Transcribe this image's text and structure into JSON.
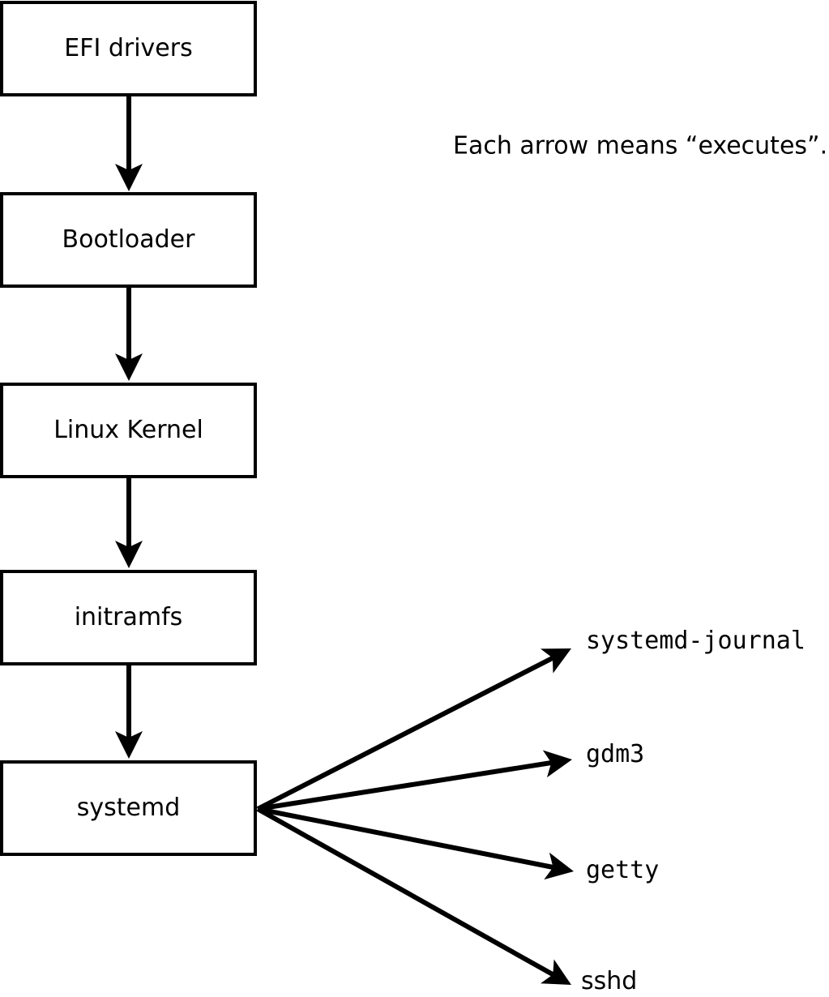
{
  "diagram": {
    "caption": "Each arrow means “executes”.",
    "boot_chain": [
      {
        "label": "EFI drivers"
      },
      {
        "label": "Bootloader"
      },
      {
        "label": "Linux Kernel"
      },
      {
        "label": "initramfs"
      },
      {
        "label": "systemd"
      }
    ],
    "spawned_processes": [
      {
        "label": "systemd-journal"
      },
      {
        "label": "gdm3"
      },
      {
        "label": "getty"
      },
      {
        "label": "sshd"
      }
    ],
    "colors": {
      "line": "#000000",
      "box_background": "#ffffff",
      "page_background": "#ffffff",
      "text": "#000000"
    }
  }
}
